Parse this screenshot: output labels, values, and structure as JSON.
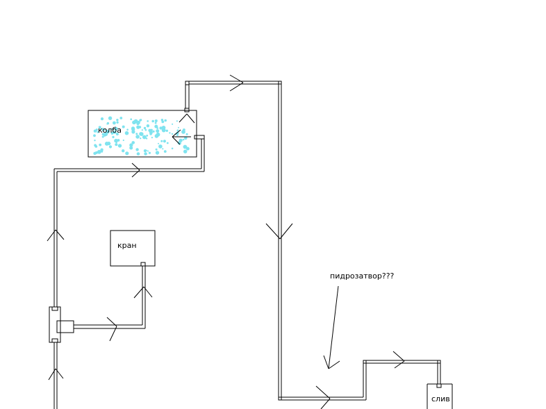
{
  "labels": {
    "flask": "колба",
    "tap": "кран",
    "water_seal": "пидрозатвор???",
    "drain": "слив"
  },
  "colors": {
    "line": "#000000",
    "water": "#7fe3ef",
    "background": "#ffffff"
  }
}
